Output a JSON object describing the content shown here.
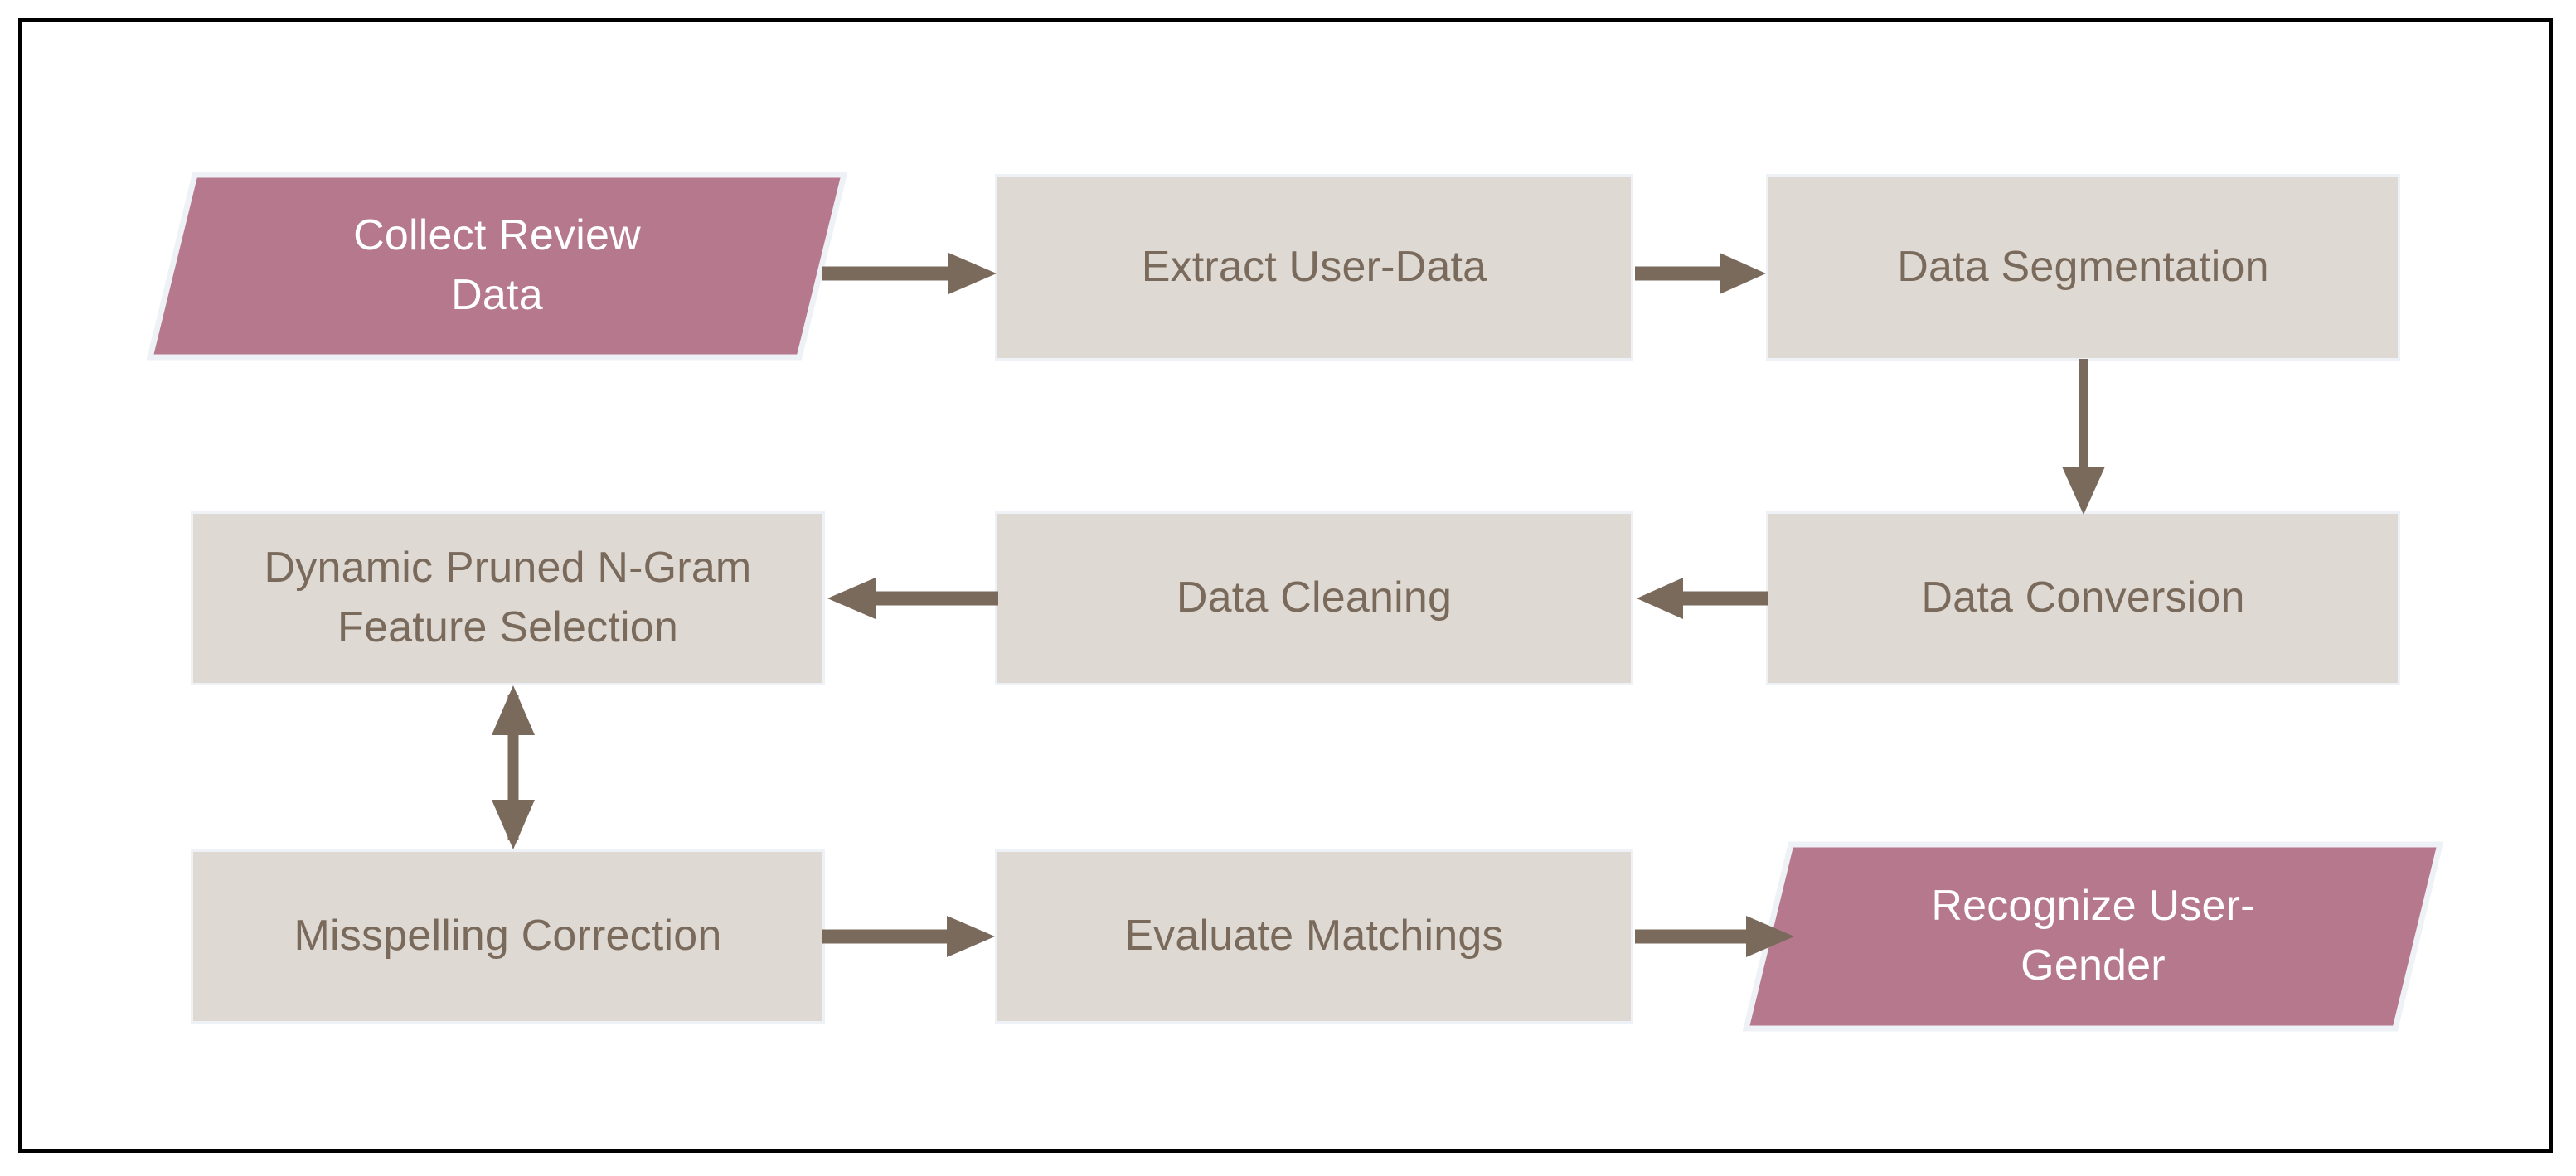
{
  "diagram": {
    "title": "User-Gender Recognition Processing Pipeline Flowchart",
    "colors": {
      "terminal_fill": "#b5788c",
      "process_fill": "#ded9d2",
      "process_border": "#eef1f5",
      "process_text": "#7a6a5c",
      "terminal_text": "#ffffff",
      "connector": "#7a6a5c",
      "frame_border": "#000000",
      "background": "#ffffff"
    },
    "nodes": [
      {
        "id": "collect-review-data",
        "shape": "parallelogram",
        "label": "Collect Review Data",
        "line1": "Collect Review",
        "line2": "Data"
      },
      {
        "id": "extract-user-data",
        "shape": "rectangle",
        "label": "Extract User-Data"
      },
      {
        "id": "data-segmentation",
        "shape": "rectangle",
        "label": "Data Segmentation"
      },
      {
        "id": "data-conversion",
        "shape": "rectangle",
        "label": "Data Conversion"
      },
      {
        "id": "data-cleaning",
        "shape": "rectangle",
        "label": "Data Cleaning"
      },
      {
        "id": "dynamic-pruned-n-gram",
        "shape": "rectangle",
        "label": "Dynamic Pruned N-Gram Feature Selection",
        "line1": "Dynamic Pruned N-Gram",
        "line2": "Feature Selection"
      },
      {
        "id": "misspelling-correction",
        "shape": "rectangle",
        "label": "Misspelling Correction"
      },
      {
        "id": "evaluate-matchings",
        "shape": "rectangle",
        "label": "Evaluate Matchings"
      },
      {
        "id": "recognize-user-gender",
        "shape": "parallelogram",
        "label": "Recognize User-Gender",
        "line1": "Recognize User-",
        "line2": "Gender"
      }
    ],
    "connectors": [
      {
        "id": "c1",
        "from": "collect-review-data",
        "to": "extract-user-data",
        "direction": "right",
        "arrowheads": "single"
      },
      {
        "id": "c2",
        "from": "extract-user-data",
        "to": "data-segmentation",
        "direction": "right",
        "arrowheads": "single"
      },
      {
        "id": "c3",
        "from": "data-segmentation",
        "to": "data-conversion",
        "direction": "down",
        "arrowheads": "single"
      },
      {
        "id": "c4",
        "from": "data-conversion",
        "to": "data-cleaning",
        "direction": "left",
        "arrowheads": "single"
      },
      {
        "id": "c5",
        "from": "data-cleaning",
        "to": "dynamic-pruned-n-gram",
        "direction": "left",
        "arrowheads": "single"
      },
      {
        "id": "c6",
        "from": "dynamic-pruned-n-gram",
        "to": "misspelling-correction",
        "direction": "vertical",
        "arrowheads": "double"
      },
      {
        "id": "c7",
        "from": "misspelling-correction",
        "to": "evaluate-matchings",
        "direction": "right",
        "arrowheads": "single"
      },
      {
        "id": "c8",
        "from": "evaluate-matchings",
        "to": "recognize-user-gender",
        "direction": "right",
        "arrowheads": "single"
      }
    ]
  }
}
